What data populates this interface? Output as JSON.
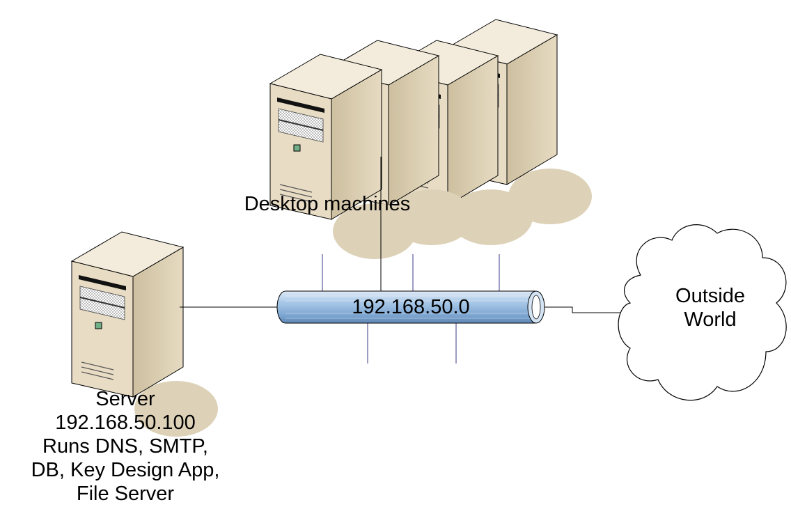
{
  "desktops": {
    "label": "Desktop machines",
    "count": 4,
    "icon": "desktop-tower-icon"
  },
  "network": {
    "label": "192.168.50.0",
    "icon": "network-pipe-icon",
    "pipe_color": "#a9c8e8"
  },
  "server": {
    "icon": "server-tower-icon",
    "lines": [
      "Server",
      "192.168.50.100",
      "Runs DNS, SMTP,",
      "DB, Key Design App,",
      "File Server"
    ]
  },
  "cloud": {
    "icon": "cloud-icon",
    "lines": [
      "Outside",
      "World"
    ]
  },
  "colors": {
    "case_front": "#e8dcc4",
    "case_side": "#cdbf9f",
    "case_top": "#f3ecdc",
    "shadow": "#ddd2b8",
    "led": "#6fae86",
    "line": "#000000",
    "tap": "#3a3a8a"
  }
}
